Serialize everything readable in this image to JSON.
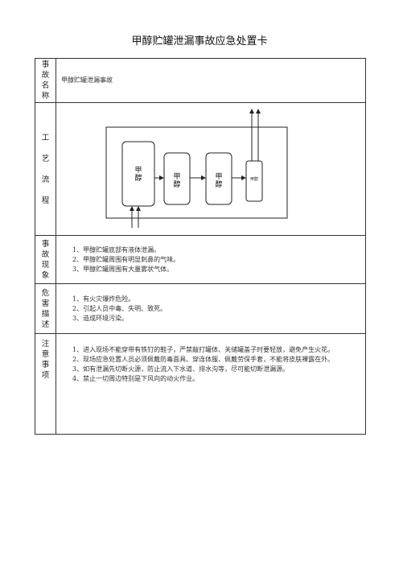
{
  "title": "甲醇贮罐泄漏事故应急处置卡",
  "rows": {
    "name": {
      "heading": "事故名称",
      "content": "甲醇贮罐泄漏事故"
    },
    "process": {
      "heading": "工艺流程",
      "boxes": [
        "甲醇",
        "甲醇",
        "甲醇",
        "甲醇"
      ]
    },
    "phenomena": {
      "heading": "事故现象",
      "items": [
        "1、甲醇贮罐底部有液体泄漏。",
        "2、甲醇贮罐周围有明显刺鼻的气味。",
        "3、甲醇贮罐周围有大量雾状气体。"
      ]
    },
    "hazards": {
      "heading": "危害描述",
      "items": [
        "1、有火灾爆炸危险。",
        "2、引起人员中毒、失明、致死。",
        "3、造成环境污染。"
      ]
    },
    "notes": {
      "heading": "注意事项",
      "items": [
        "1、进入现场不能穿带有铁钉的鞋子，严禁敲打罐体、关储罐盖子时要轻放，避免产生火花。",
        "2、现场应急处置人员必须佩戴防毒面具、穿连体服、佩戴劳保手套，不能将皮肤裸露在外。",
        "3、如有泄漏先切断火源，防止流入下水道、排水沟等，尽可能切断泄漏源。",
        "4、禁止一切周边特别是下风向的动火作业。"
      ]
    }
  }
}
